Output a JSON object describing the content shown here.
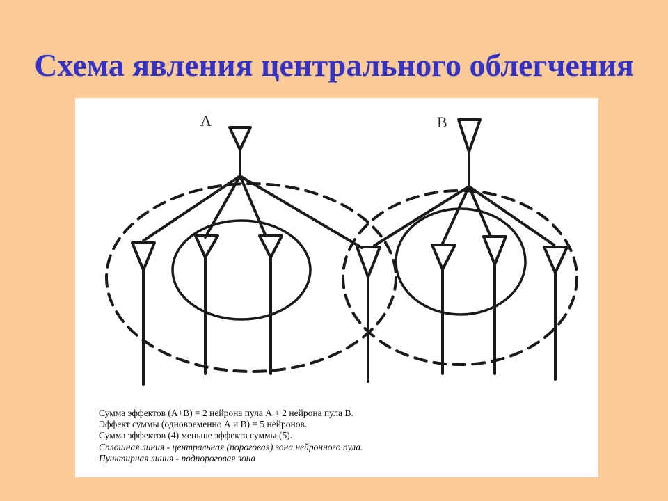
{
  "slide": {
    "title": "Схема явления центрального облегчения",
    "background": "#fbcb97",
    "title_color": "#3333cc"
  },
  "diagram": {
    "pool_a_label": "A",
    "pool_b_label": "B",
    "legend": [
      "Сумма эффектов (А+В) = 2 нейрона пула А + 2 нейрона пула В.",
      "Эффект суммы (одновременно А и В) = 5 нейронов.",
      "Сумма эффектов (4) меньше эффекта суммы (5).",
      "Сплошная линия - центральная (пороговая) зона нейронного пула.",
      "Пунктирная линия - подпороговая зона"
    ]
  }
}
